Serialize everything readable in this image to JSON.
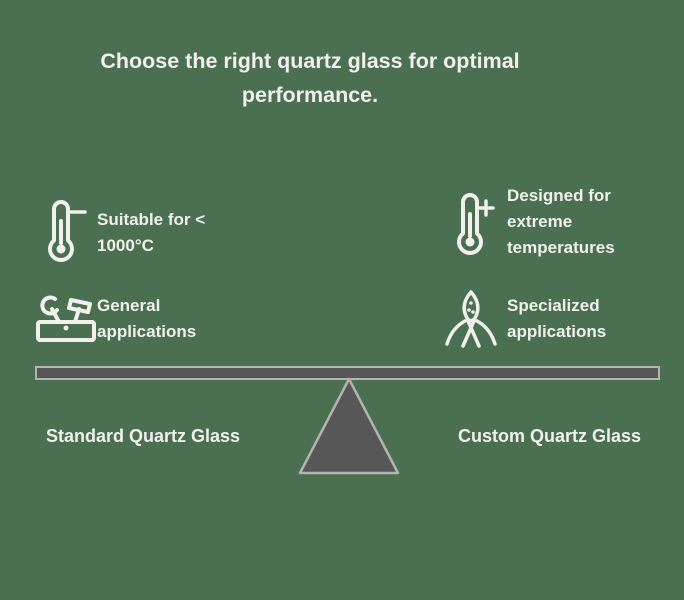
{
  "colors": {
    "background": "#4a7051",
    "text": "#f1f0ec",
    "seesaw_fill": "#575757",
    "seesaw_border": "#b5b4b2"
  },
  "title": "Choose the right quartz glass for optimal performance.",
  "features": [
    {
      "icon": "thermometer-minus-icon",
      "text": "Suitable for < 1000°C"
    },
    {
      "icon": "thermometer-plus-icon",
      "text": "Designed for extreme temperatures"
    },
    {
      "icon": "tools-icon",
      "text": "General applications"
    },
    {
      "icon": "wheat-plant-icon",
      "text": "Specialized applications"
    }
  ],
  "seesaw": {
    "left_label": "Standard Quartz Glass",
    "right_label": "Custom Quartz Glass"
  }
}
